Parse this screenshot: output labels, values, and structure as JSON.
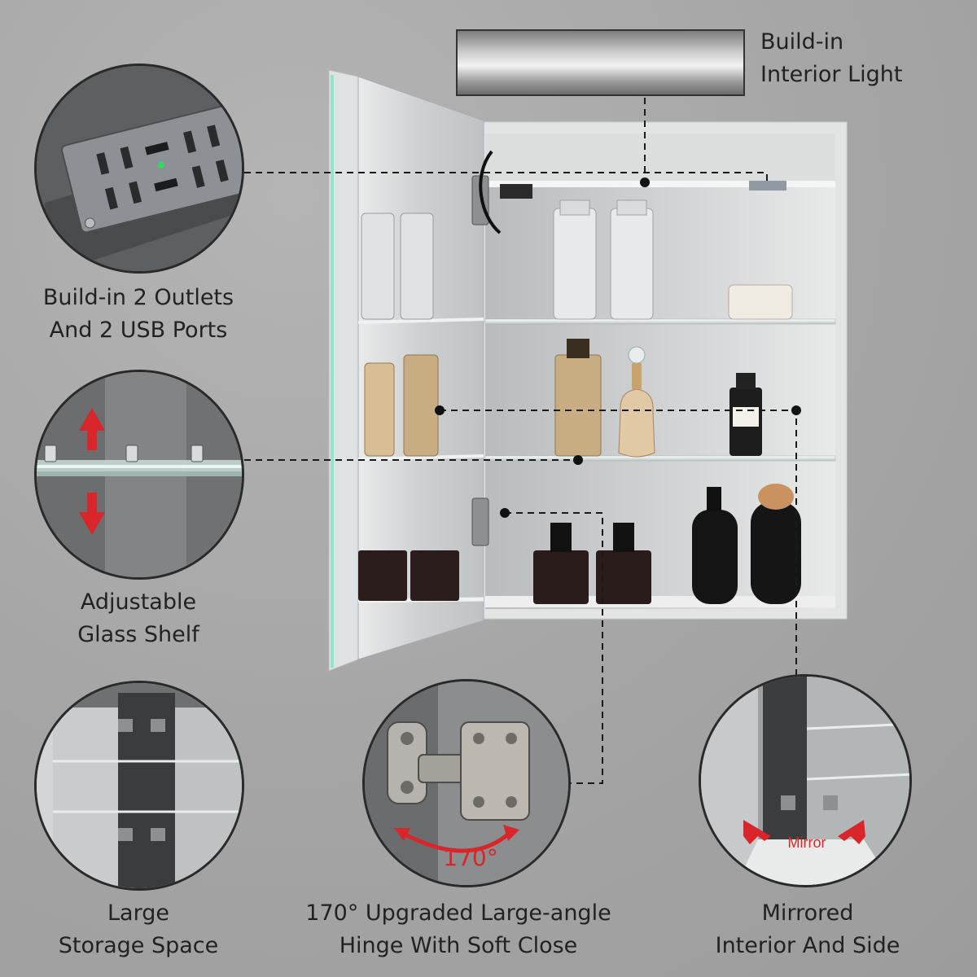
{
  "features": {
    "interior_light": {
      "line1": "Build-in",
      "line2": "Interior Light"
    },
    "outlets": {
      "line1": "Build-in 2 Outlets",
      "line2": "And 2 USB Ports"
    },
    "shelf": {
      "line1": "Adjustable",
      "line2": "Glass Shelf"
    },
    "storage": {
      "line1": "Large",
      "line2": "Storage Space"
    },
    "hinge": {
      "line1": "170° Upgraded Large-angle",
      "line2": "Hinge With Soft Close",
      "angle_label": "170°"
    },
    "mirrored": {
      "line1": "Mirrored",
      "line2": "Interior And Side",
      "badge": "Mirror"
    }
  },
  "colors": {
    "background": "#a9a9a9",
    "accent_red": "#d8262b",
    "cabinet_frame": "#e6e6e6",
    "cabinet_interior": "#cfd1d2",
    "dashed_line": "#1a1a1a"
  },
  "icons": [
    "outlet-icon",
    "hinge-icon",
    "arrow-up-icon",
    "arrow-down-icon",
    "curved-arrow-icon"
  ]
}
